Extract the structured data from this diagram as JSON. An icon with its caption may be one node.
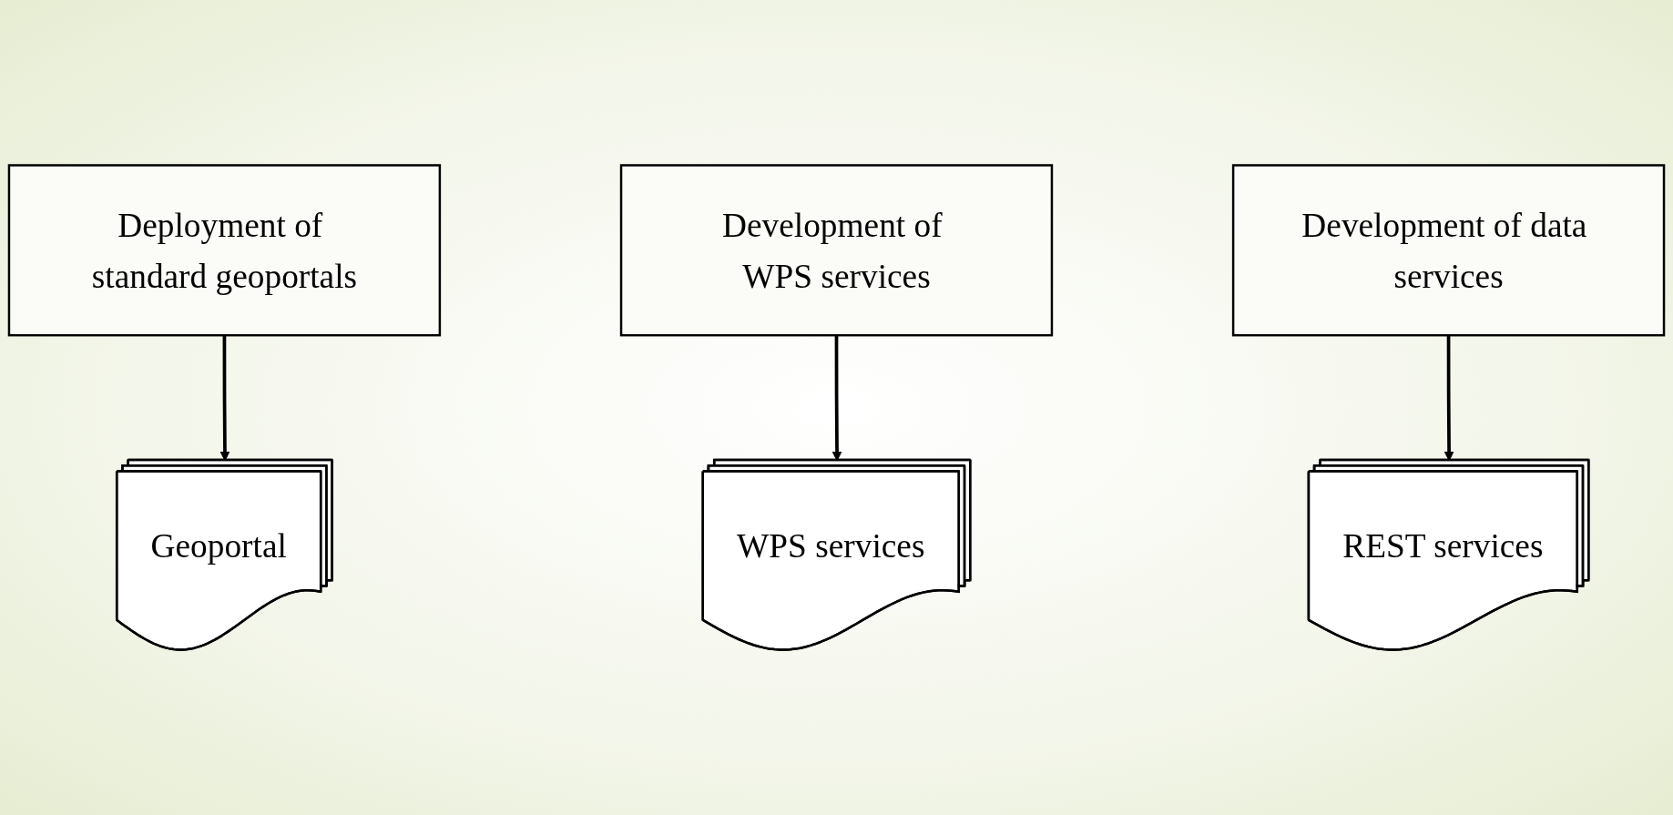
{
  "diagram": {
    "nodes": [
      {
        "text": [
          "Deployment of standard geoportals"
        ]
      },
      {
        "text": [
          "Development of WPS services"
        ]
      },
      {
        "text": [
          "Development of data services"
        ]
      },
      {
        "text": [
          "Geoportal"
        ]
      },
      {
        "text": [
          "WPS services"
        ]
      },
      {
        "text": [
          "REST services"
        ]
      }
    ],
    "edges": [
      {
        "from": 0,
        "to": 3,
        "arrow": "to"
      },
      {
        "from": 1,
        "to": 4,
        "arrow": "to"
      },
      {
        "from": 2,
        "to": 5,
        "arrow": "to"
      }
    ]
  }
}
